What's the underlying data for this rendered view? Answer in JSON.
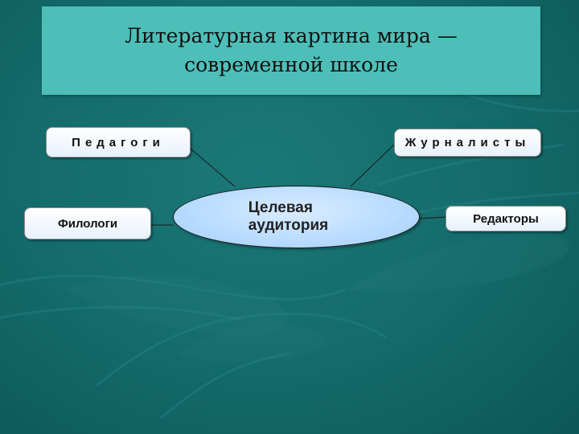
{
  "title": {
    "line1": "Литературная картина мира —",
    "line2": "современной школе"
  },
  "nodes": {
    "pedagogi": "Педагоги",
    "journalists": "Журналисты",
    "philologists": "Филологи",
    "editors": "Редакторы",
    "target_line1": "Целевая",
    "target_line2": "аудитория"
  },
  "colors": {
    "background": "#136a6a",
    "title_box": "#4dbfb8",
    "center_fill": "#b8dbff"
  }
}
